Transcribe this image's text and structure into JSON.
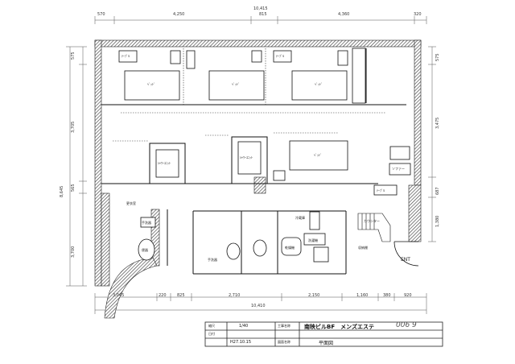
{
  "dimensions": {
    "top": [
      "570",
      "4,250",
      "10,415",
      "815",
      "4,360",
      "320"
    ],
    "bottom": [
      "3,045",
      "220",
      "825",
      "2,710",
      "2,150",
      "1,160",
      "380",
      "920"
    ],
    "bottom_total": "10,410",
    "left": [
      "575",
      "3,705",
      "8,645",
      "565",
      "3,700"
    ],
    "right": [
      "575",
      "3,475",
      "687",
      "1,380"
    ]
  },
  "rooms": {
    "tables": [
      "ﾃｰﾌﾞﾙ",
      "ﾃｰﾌﾞﾙ",
      "ﾃｰﾌﾞﾙ"
    ],
    "beds": [
      "ﾍﾞｯﾄﾞ",
      "ﾍﾞｯﾄﾞ",
      "ﾍﾞｯﾄﾞ",
      "ﾍﾞｯﾄﾞ"
    ],
    "shower_units": [
      "ｼｬﾜｰﾕﾆｯﾄ",
      "ｼｬﾜｰﾕﾆｯﾄ"
    ],
    "waiting_room": "更衣室",
    "toilet_label": "手洗器",
    "toilet_room": "便器",
    "hand_wash": "手洗器",
    "fridge": "冷蔵庫",
    "laundry": "洗濯機",
    "dryer": "乾燥機",
    "storage": "収納棚",
    "sofa": "ソファー",
    "counter": "カウンター",
    "entrance": "ENT"
  },
  "title_block": {
    "scale_label": "縮尺",
    "scale": "1/40",
    "name_label": "工事名称",
    "name": "南映ビルBF　メンズエステ",
    "date_label": "日付",
    "date": "H27.10.15",
    "drawing_label": "図面名称",
    "drawing": "平面図",
    "page_mark": "006 9"
  }
}
